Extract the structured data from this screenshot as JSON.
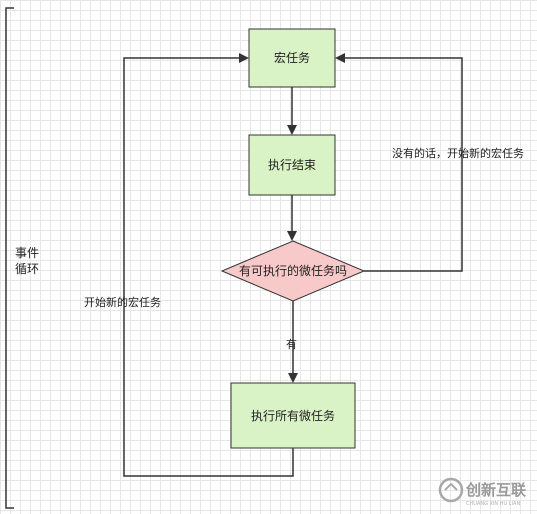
{
  "diagram": {
    "nodes": {
      "macrotask": {
        "label": "宏任务",
        "fill": "#d9f2c6",
        "stroke": "#333333"
      },
      "exec_end": {
        "label": "执行结束",
        "fill": "#d9f2c6",
        "stroke": "#333333"
      },
      "decision": {
        "label": "有可执行的微任务吗",
        "fill": "#f8c9c9",
        "stroke": "#333333"
      },
      "exec_micro": {
        "label": "执行所有微任务",
        "fill": "#d9f2c6",
        "stroke": "#333333"
      }
    },
    "edges": {
      "no_label": "没有的话，开始新的宏任务",
      "yes_label": "有",
      "loop_label": "开始新的宏任务"
    },
    "side": {
      "line1": "事件",
      "line2": "循环"
    }
  },
  "watermark": {
    "text": "创新互联",
    "sub": "CHUANG XIN HU LIAN"
  }
}
